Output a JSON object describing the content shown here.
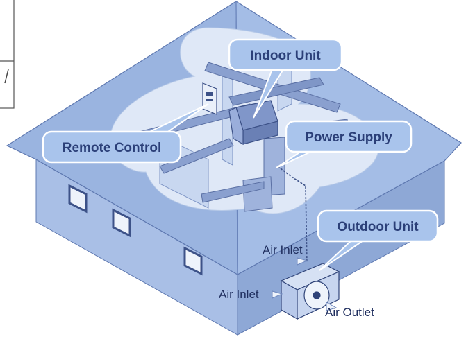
{
  "labels": {
    "indoor_unit": "Indoor Unit",
    "remote_control": "Remote Control",
    "power_supply": "Power Supply",
    "outdoor_unit": "Outdoor Unit",
    "air_inlet_top": "Air Inlet",
    "air_inlet_side": "Air Inlet",
    "air_outlet": "Air Outlet"
  },
  "colors": {
    "roof": "#9ab4e0",
    "wall": "#a9bfe6",
    "wall_dark": "#8ea8d6",
    "attic_cloud": "#dfe8f7",
    "callout_fill": "#a9c4ec",
    "callout_stroke": "#ffffff",
    "label_text": "#2b3f78",
    "line": "#4a5f95"
  }
}
